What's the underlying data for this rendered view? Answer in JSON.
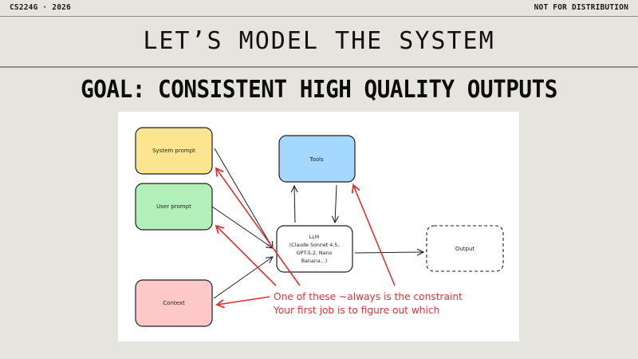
{
  "header": {
    "course": "CS224G · 2026",
    "notice": "NOT FOR DISTRIBUTION"
  },
  "slide": {
    "title": "LET’S MODEL THE SYSTEM",
    "subtitle": "GOAL: CONSISTENT HIGH QUALITY OUTPUTS"
  },
  "diagram": {
    "nodes": {
      "system_prompt": {
        "label": "System prompt",
        "color": "#fde58f"
      },
      "user_prompt": {
        "label": "User prompt",
        "color": "#b1f0b8"
      },
      "context": {
        "label": "Context",
        "color": "#ffc8c8"
      },
      "tools": {
        "label": "Tools",
        "color": "#a5d8ff"
      },
      "llm": {
        "lines": [
          "LLM",
          "(Claude Sonnet 4.5,",
          "GPT-5.2, Nano",
          "Banana...)"
        ],
        "color": "#ffffff"
      },
      "output": {
        "label": "Output",
        "style": "dashed"
      }
    },
    "annotation": {
      "line1": "One of these ~always is the constraint",
      "line2": "Your first job is to figure out which",
      "color": "#e03131"
    }
  }
}
